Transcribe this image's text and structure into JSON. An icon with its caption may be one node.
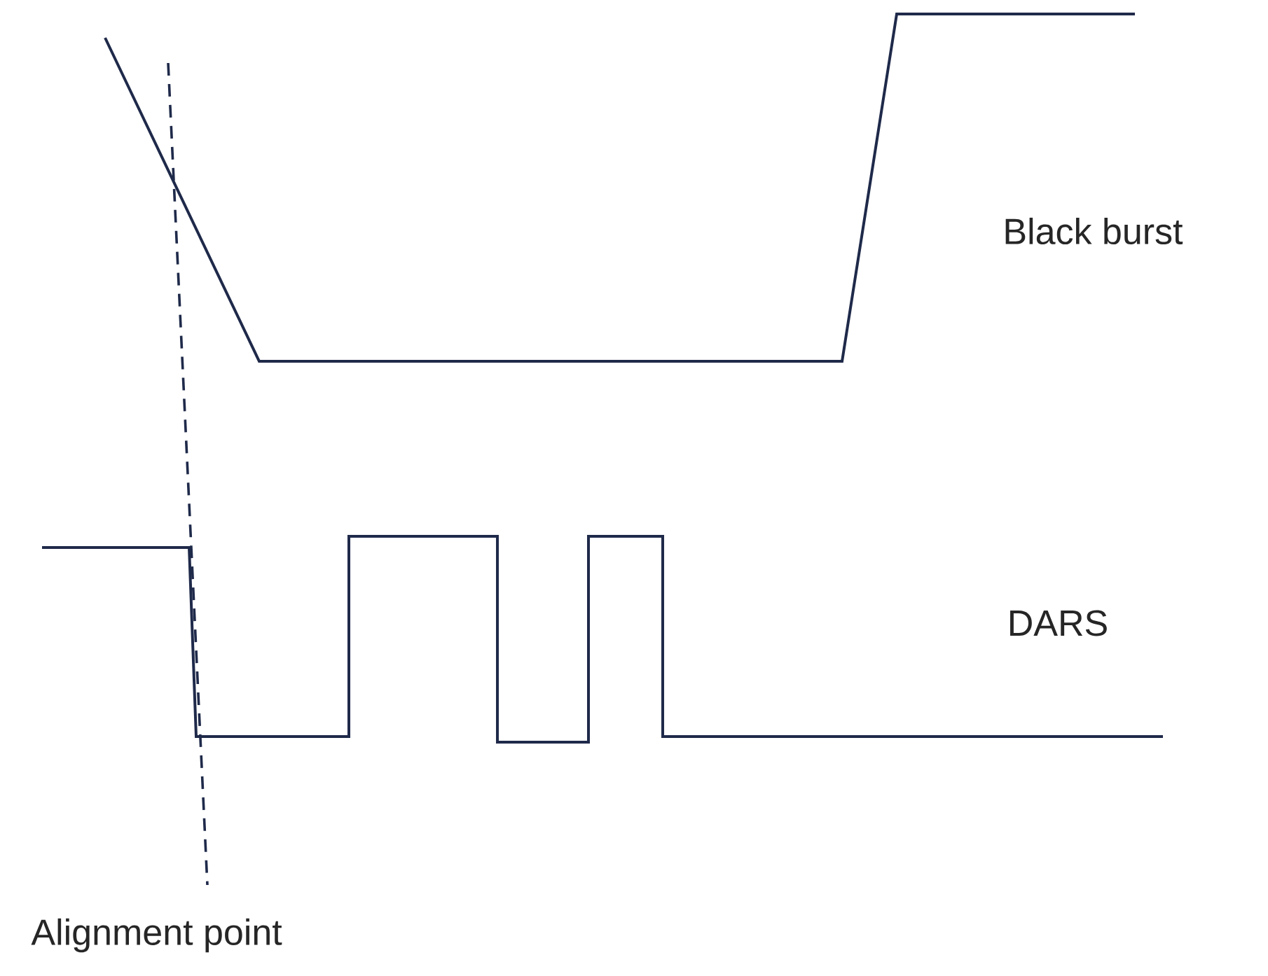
{
  "diagram": {
    "labels": [
      "Black burst",
      "DARS",
      "Alignment point"
    ]
  }
}
